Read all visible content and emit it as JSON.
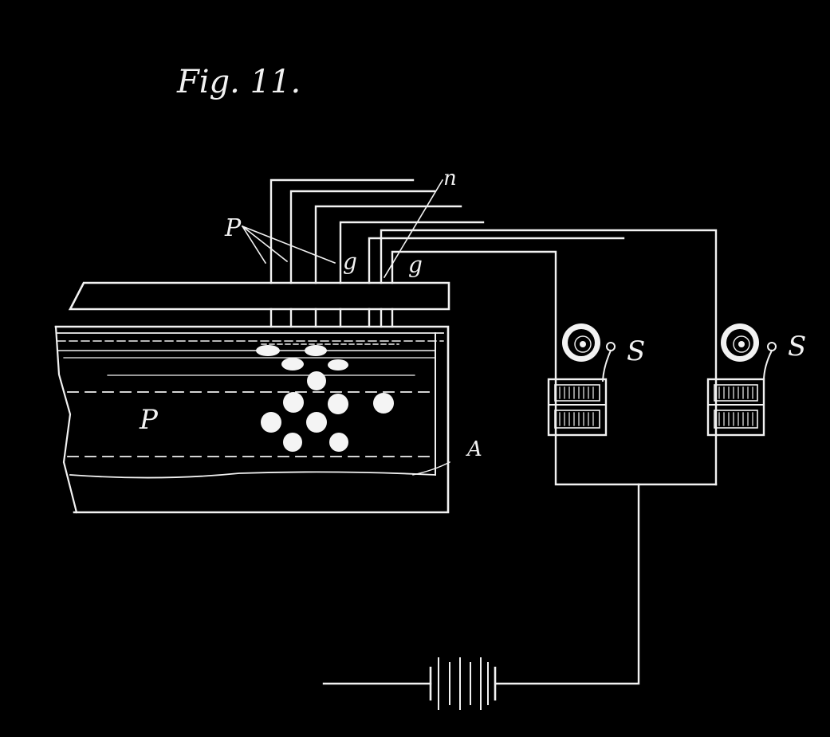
{
  "figure": {
    "title": "Fig. 11.",
    "labels": {
      "pins": "P",
      "contact": "n",
      "guide_left": "g",
      "guide_right": "g",
      "card": "P",
      "frame": "A",
      "sounder_left": "S",
      "sounder_right": "S"
    }
  },
  "colors": {
    "background": "#000000",
    "ink": "#f2f2f2"
  },
  "icons": {
    "sounder": "electromagnet-sounder-icon",
    "battery": "battery-icon"
  }
}
